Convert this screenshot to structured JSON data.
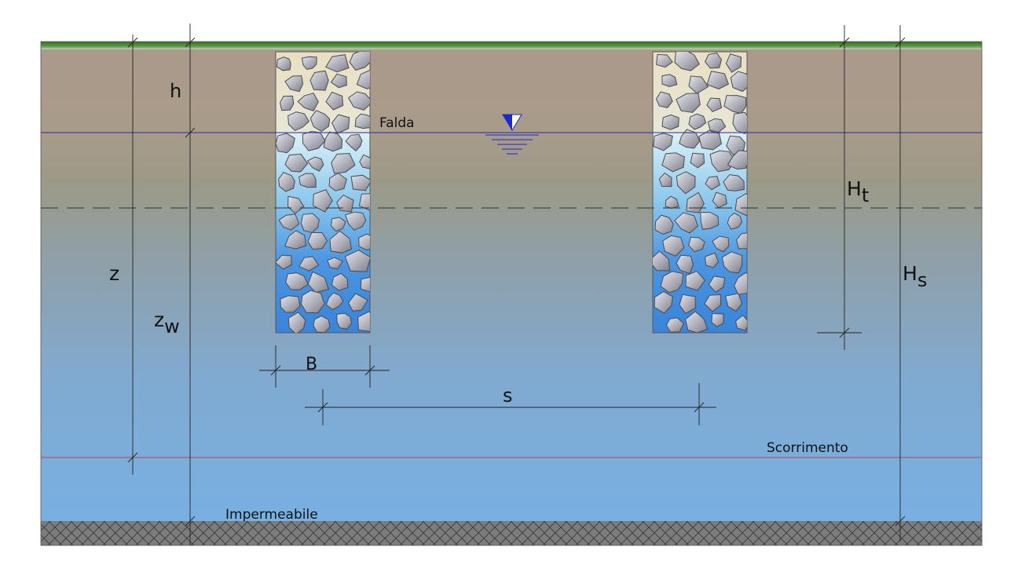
{
  "labels": {
    "h": "h",
    "falda": "Falda",
    "ht_main": "H",
    "ht_sub": "t",
    "z": "z",
    "zw_main": "z",
    "zw_sub": "w",
    "hs_main": "H",
    "hs_sub": "s",
    "b": "B",
    "s": "s",
    "scorrimento": "Scorrimento",
    "impermeabile": "Impermeabile"
  },
  "colors": {
    "grass": "#3f7f2f",
    "topsoil": "#aa9a8a",
    "water_deep": "#7ab2e4",
    "water_table_line": "#2a2aa0",
    "slip_line": "#c0405a",
    "bedrock": "#7a7a7a",
    "column_fill_dry": "#e4dcc0",
    "column_fill_wet": "#3a86dc",
    "stone": "#b4b4bc",
    "water_symbol": "#1a2ad0"
  },
  "icons": {
    "water_table": "inverted-triangle-water-symbol",
    "bedrock": "cross-hatch-pattern"
  }
}
